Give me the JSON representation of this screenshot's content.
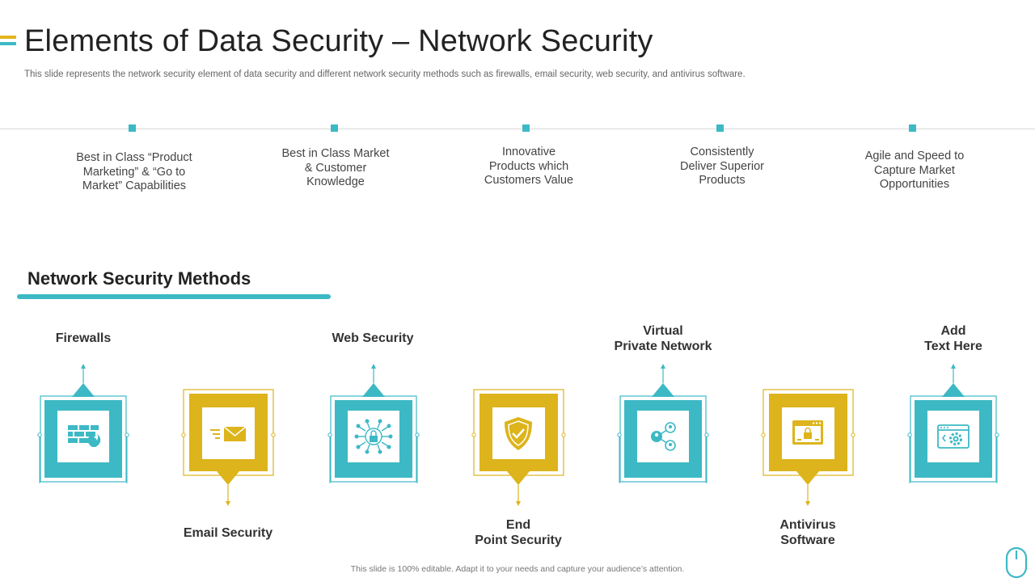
{
  "slide": {
    "title": "Elements of Data Security – Network Security",
    "subtitle": "This slide represents the network security element of data security and different network security methods such as firewalls, email security, web security, and antivirus software.",
    "footer": "This slide is 100% editable.  Adapt it to your needs and capture your audience’s attention."
  },
  "colors": {
    "teal": "#3CB9C5",
    "gold": "#DDB41B",
    "accent_gold": "#E3B51D"
  },
  "timeline": {
    "items": [
      {
        "lines": [
          "Best in Class “Product",
          "Marketing”  & “Go to",
          "Market” Capabilities"
        ]
      },
      {
        "lines": [
          "Best in Class Market",
          "& Customer",
          "Knowledge"
        ]
      },
      {
        "lines": [
          "Innovative",
          "Products which",
          "Customers Value"
        ]
      },
      {
        "lines": [
          "Consistently",
          "Deliver Superior",
          "Products"
        ]
      },
      {
        "lines": [
          "Agile and Speed to",
          "Capture Market",
          "Opportunities"
        ]
      }
    ]
  },
  "methods": {
    "heading": "Network Security Methods",
    "items": [
      {
        "lines": [
          "Firewalls"
        ],
        "icon": "firewall-icon",
        "color": "teal"
      },
      {
        "lines": [
          "Email Security"
        ],
        "icon": "email-icon",
        "color": "gold"
      },
      {
        "lines": [
          "Web Security"
        ],
        "icon": "web-security-icon",
        "color": "teal"
      },
      {
        "lines": [
          "End",
          "Point Security"
        ],
        "icon": "shield-check-icon",
        "color": "gold"
      },
      {
        "lines": [
          "Virtual",
          "Private Network"
        ],
        "icon": "network-nodes-icon",
        "color": "teal"
      },
      {
        "lines": [
          "Antivirus",
          "Software"
        ],
        "icon": "browser-lock-icon",
        "color": "gold"
      },
      {
        "lines": [
          "Add",
          "Text Here"
        ],
        "icon": "browser-gear-icon",
        "color": "teal"
      }
    ]
  }
}
